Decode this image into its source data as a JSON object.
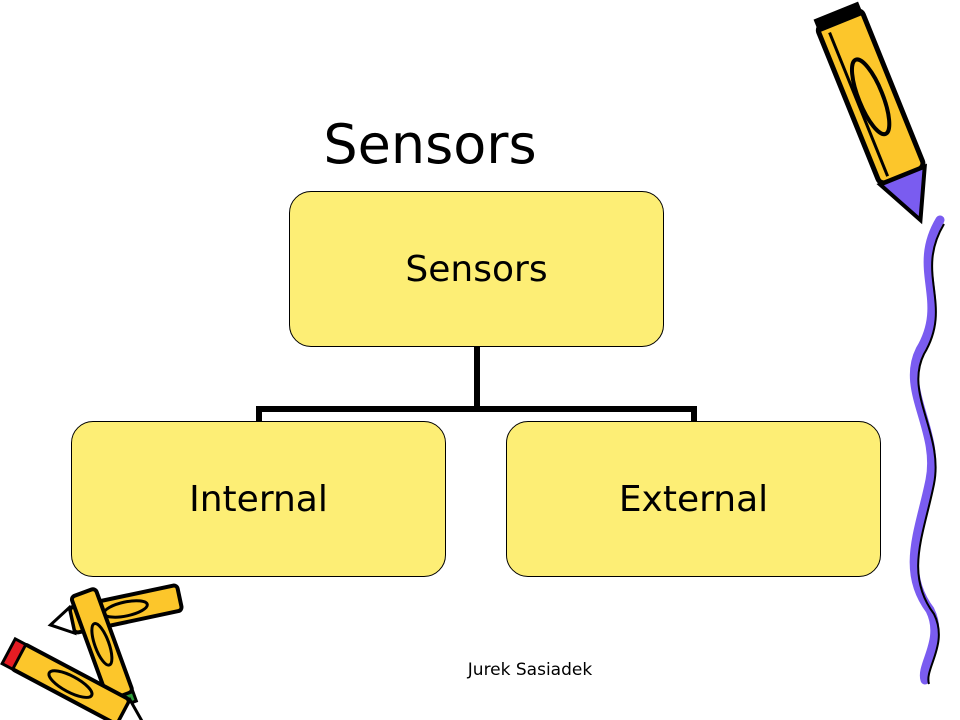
{
  "slide": {
    "title": "Sensors",
    "footer": "Jurek Sasiadek"
  },
  "diagram": {
    "root": {
      "label": "Sensors"
    },
    "children": [
      {
        "label": "Internal"
      },
      {
        "label": "External"
      }
    ]
  },
  "colors": {
    "box_fill": "#fdee75",
    "pencil_yellow": "#fcc62b",
    "pencil_tip_purple": "#7a5cf0",
    "pencil_tip_red": "#e51c23",
    "pencil_tip_green": "#2e9e3a"
  },
  "icons": {
    "decoration_top_right": "pencil-icon",
    "decoration_right_edge": "squiggle-line-icon",
    "decoration_bottom_left": "pencils-icon"
  }
}
